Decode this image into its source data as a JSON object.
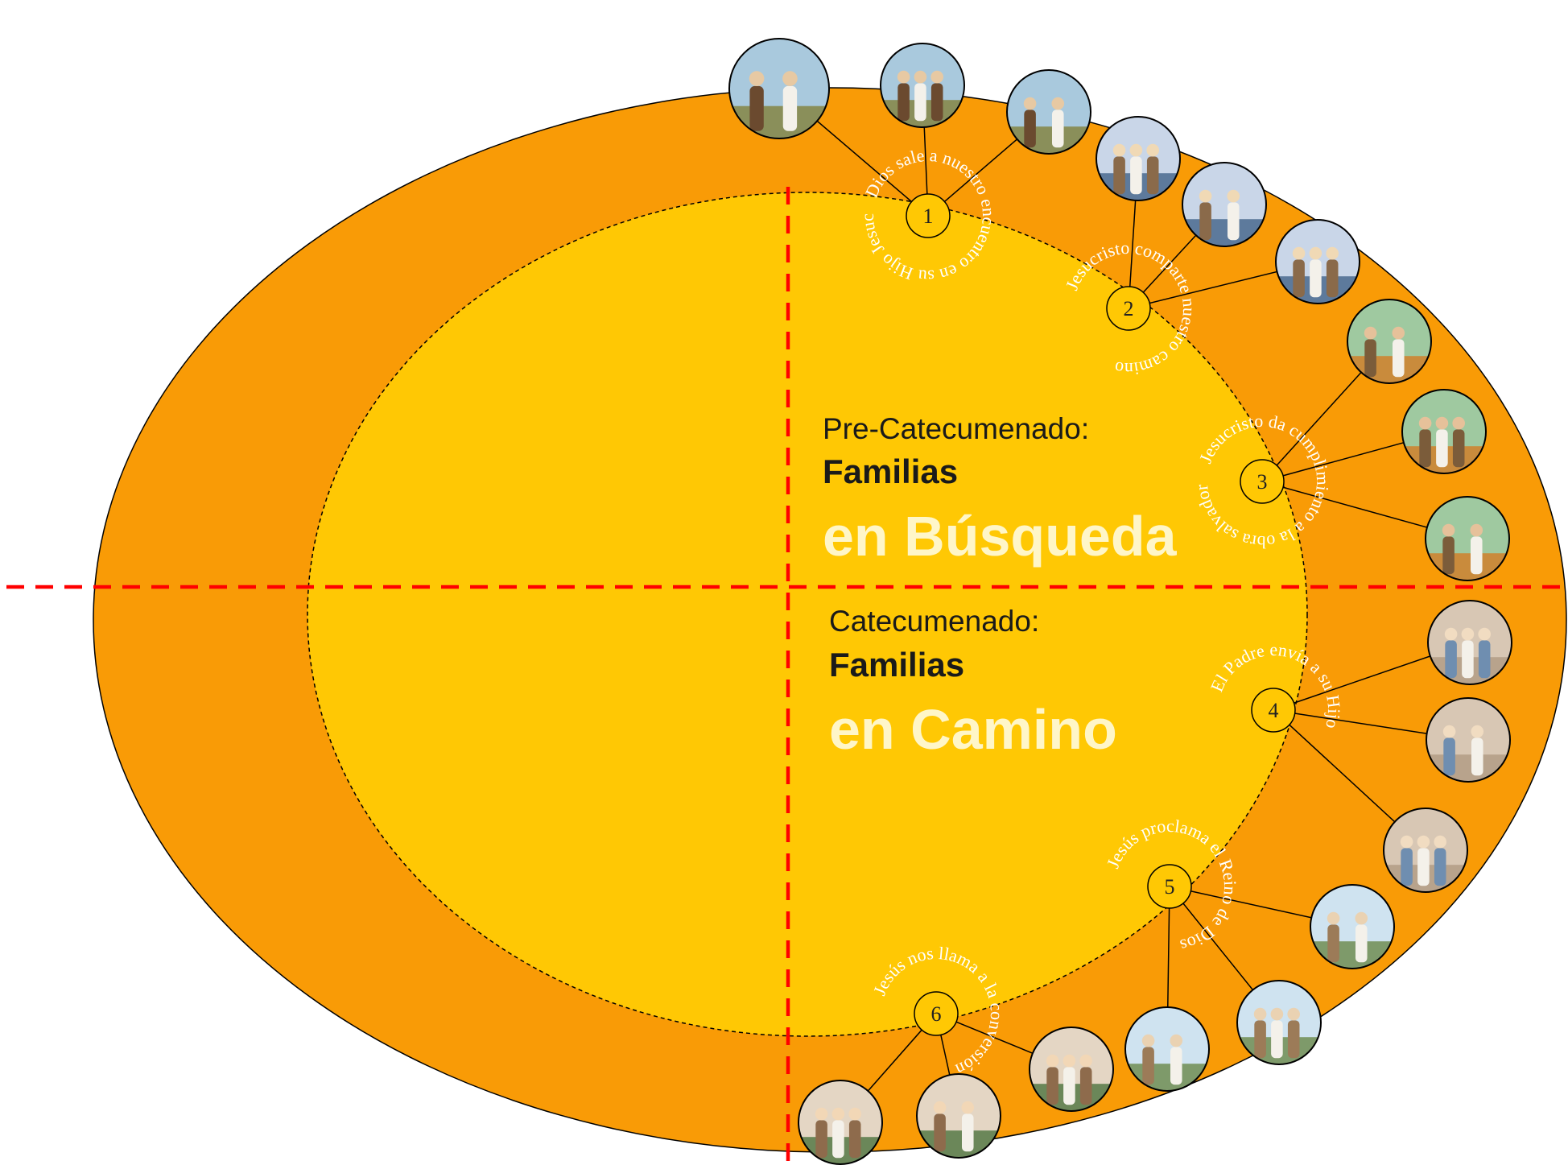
{
  "colors": {
    "outer": "#f99b06",
    "inner": "#ffc804",
    "axis": "#ff0000",
    "label_dark": "#1a1a1a",
    "label_light": "#fff6c8",
    "node": "#ffc804",
    "arc_text": "#ffffff"
  },
  "upper_block": {
    "prefix": "Pre-Catecumenado:",
    "bold": "Familias",
    "big": "en Búsqueda"
  },
  "lower_block": {
    "prefix": "Catecumenado:",
    "bold": "Familias",
    "big": "en Camino"
  },
  "stages": [
    {
      "number": "1",
      "caption": "Dios sale a nuestro encuentro en su Hijo Jesucristo",
      "images": [
        "jesus-with-disciples",
        "sandaled-feet",
        "boat-at-sunset"
      ]
    },
    {
      "number": "2",
      "caption": "Jesucristo comparte nuestro camino",
      "images": [
        "jesus-teaching-group",
        "market-crowd",
        "jesus-healing-blind"
      ]
    },
    {
      "number": "3",
      "caption": "Jesucristo da cumplimiento a la obra salvadora de Dios",
      "images": [
        "adam-and-eve-garden",
        "burning-bush",
        "prophet-and-people"
      ]
    },
    {
      "number": "4",
      "caption": "El Padre envía a su Hijo",
      "images": [
        "annunciation-angel",
        "nativity-manger",
        "baptism-dove"
      ]
    },
    {
      "number": "5",
      "caption": "Jesús proclama el Reino de Dios",
      "images": [
        "hillside-town",
        "jesus-healing-cripple",
        "jesus-with-two-men"
      ]
    },
    {
      "number": "6",
      "caption": "Jesús nos llama a la conversión",
      "images": [
        "call-of-disciple",
        "zacchaeus-tree",
        "meal-at-table"
      ]
    }
  ]
}
